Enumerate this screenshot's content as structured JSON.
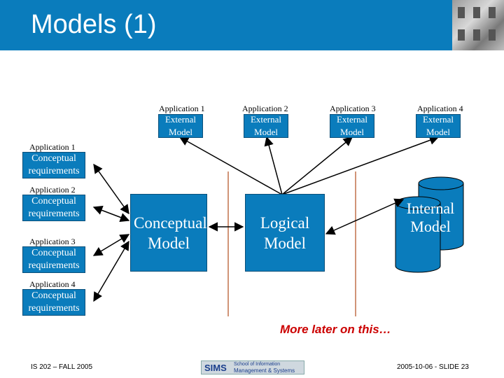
{
  "title": "Models (1)",
  "external_models": [
    {
      "app_label": "Application 1",
      "model_label": "External Model"
    },
    {
      "app_label": "Application 2",
      "model_label": "External Model"
    },
    {
      "app_label": "Application 3",
      "model_label": "External Model"
    },
    {
      "app_label": "Application 4",
      "model_label": "External Model"
    }
  ],
  "conceptual_requirements": [
    {
      "app_label": "Application 1",
      "text": "Conceptual requirements"
    },
    {
      "app_label": "Application 2",
      "text": "Conceptual requirements"
    },
    {
      "app_label": "Application 3",
      "text": "Conceptual requirements"
    },
    {
      "app_label": "Application 4",
      "text": "Conceptual requirements"
    }
  ],
  "conceptual_model": "Conceptual Model",
  "logical_model": "Logical Model",
  "internal_model": "Internal Model",
  "note": "More later on this…",
  "footer": {
    "course": "IS 202 – FALL 2005",
    "logo_main": "SIMS",
    "logo_line1": "School of Information",
    "logo_line2": "Management & Systems",
    "slide": "2005-10-06 - SLIDE 23"
  },
  "colors": {
    "header": "#0a7cbc",
    "box": "#0a7cbc",
    "divider": "#c0704a",
    "note": "#cc0000"
  }
}
